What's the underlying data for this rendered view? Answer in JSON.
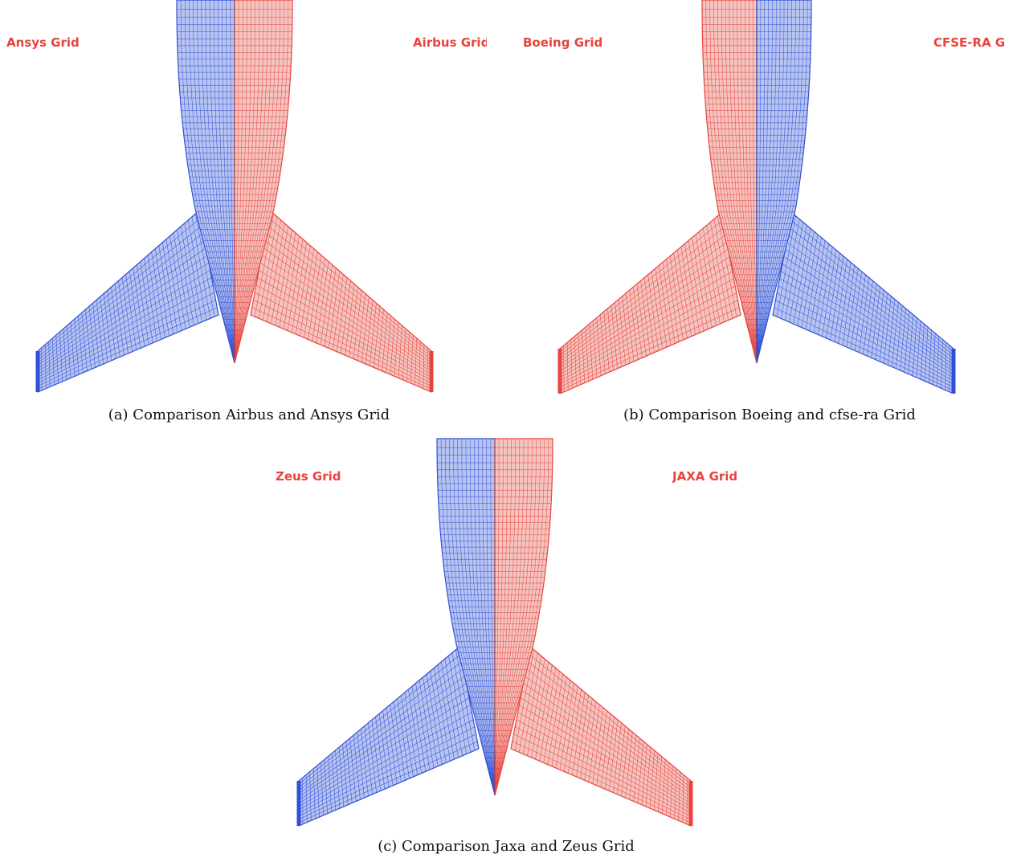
{
  "colors": {
    "left_mesh": "#2f4fd6",
    "right_mesh": "#e8433c",
    "label": "#e8433c",
    "left_fill": "#b8c4f0",
    "right_fill": "#f4c4c0"
  },
  "panels": [
    {
      "id": "a",
      "left_label": "Ansys Grid",
      "right_label": "Airbus Grid",
      "caption": "(a) Comparison Airbus and Ansys Grid",
      "left_side_color": "blue",
      "right_side_color": "red"
    },
    {
      "id": "b",
      "left_label": "Boeing Grid",
      "right_label": "CFSE-RA G",
      "caption": "(b) Comparison Boeing and cfse-ra Grid",
      "left_side_color": "red",
      "right_side_color": "blue"
    },
    {
      "id": "c",
      "left_label": "Zeus Grid",
      "right_label": "JAXA Grid",
      "caption": "(c) Comparison Jaxa and Zeus Grid",
      "left_side_color": "blue",
      "right_side_color": "red"
    }
  ]
}
